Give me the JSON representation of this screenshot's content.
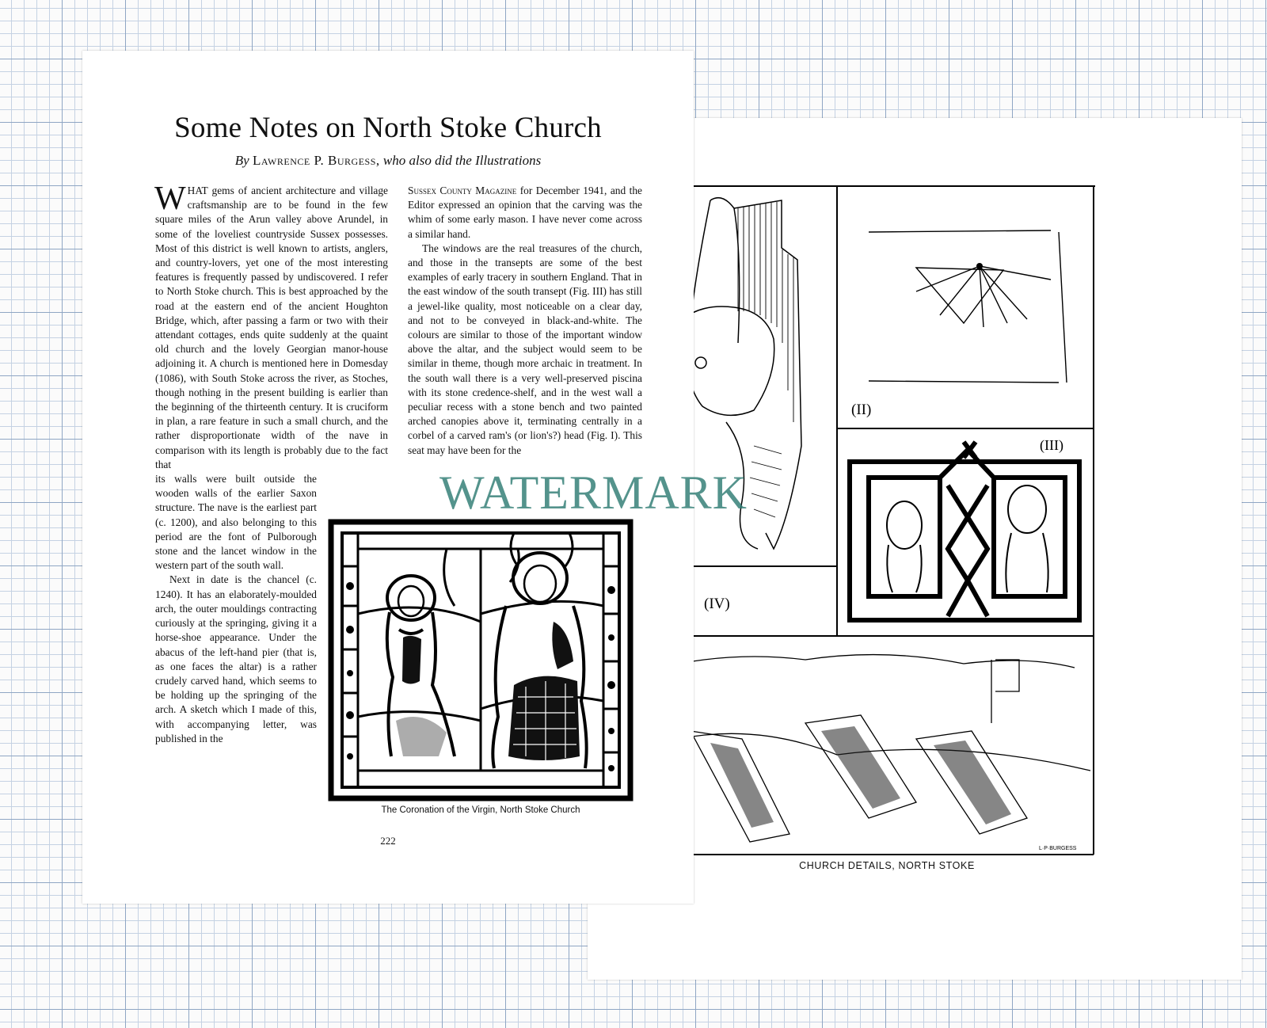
{
  "article": {
    "title": "Some Notes on North Stoke Church",
    "byline_prefix": "By",
    "author": "Lawrence P. Burgess,",
    "byline_suffix": "who also did the Illustrations",
    "col1_p1_dropcap": "W",
    "col1_p1_rest": "HAT gems of ancient architecture and village craftsmanship are to be found in the few square miles of the Arun valley above Arundel, in some of the loveliest countryside Sussex possesses. Most of this district is well known to artists, anglers, and country-lovers, yet one of the most interesting features is frequently passed by undiscovered. I refer to North Stoke church. This is best approached by the road at the eastern end of the ancient Houghton Bridge, which, after passing a farm or two with their attendant cottages, ends quite suddenly at the quaint old church and the lovely Georgian manor-house adjoining it. A church is mentioned here in Domesday (1086), with South Stoke across the river, as Stoches, though nothing in the present building is earlier than the beginning of the thirteenth century. It is cruciform in plan, a rare feature in such a small church, and the rather disproportionate width of the nave in comparison with its length is probably due to the fact that",
    "col1_p1_narrow": "its walls were built outside the wooden walls of the earlier Saxon structure. The nave is the earliest part (c. 1200), and also belonging to this period are the font of Pulborough stone and the lancet window in the western part of the south wall.",
    "col1_p2": "Next in date is the chancel (c. 1240). It has an elaborately-moulded arch, the outer mouldings contracting curiously at the springing, giving it a horse-shoe appearance. Under the abacus of the left-hand pier (that is, as one faces the altar) is a rather crudely carved hand, which seems to be holding up the springing of the arch. A sketch which I made of this, with accompanying letter, was published in the",
    "col2_magazine": "Sussex County Magazine",
    "col2_p1": "for December 1941, and the Editor expressed an opinion that the carving was the whim of some early mason. I have never come across a similar hand.",
    "col2_p2": "The windows are the real treasures of the church, and those in the transepts are some of the best examples of early tracery in southern England. That in the east window of the south transept (Fig. III) has still a jewel-like quality, most noticeable on a clear day, and not to be conveyed in black-and-white. The colours are similar to those of the important window above the altar, and the subject would seem to be similar in theme, though more archaic in treatment. In the south wall there is a very well-preserved piscina with its stone credence-shelf, and in the west wall a peculiar recess with a stone bench and two painted arched canopies above it, terminating centrally in a corbel of a carved ram's (or lion's?) head (Fig. I). This seat may have been for the",
    "figure_caption": "The Coronation of the Virgin, North Stoke Church",
    "page_number": "222"
  },
  "plate": {
    "caption": "CHURCH DETAILS, NORTH STOKE",
    "fig_labels": [
      "(II)",
      "(III)",
      "(IV)"
    ],
    "signature": "L·P·BURGESS"
  },
  "watermark": "WATERMARK"
}
